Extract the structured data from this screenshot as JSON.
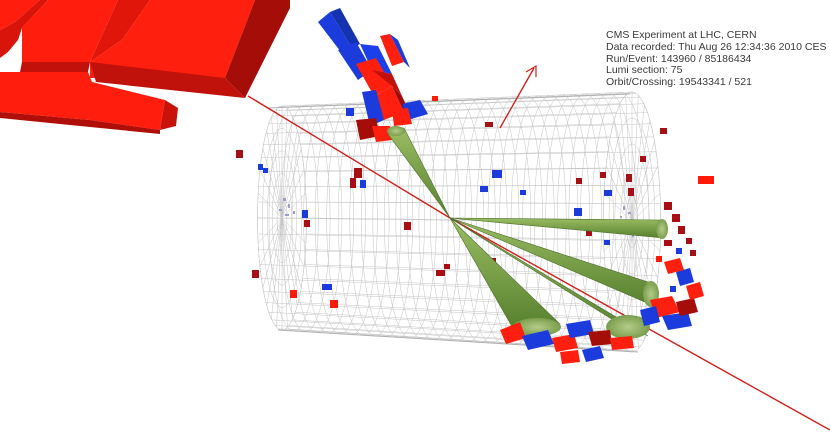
{
  "event_info": {
    "experiment": "CMS Experiment at LHC, CERN",
    "data_recorded": "Data recorded: Thu Aug 26 12:34:36 2010 CES",
    "run_event": "Run/Event: 143960 / 85186434",
    "lumi_section": "Lumi section: 75",
    "orbit_crossing": "Orbit/Crossing: 19543341 / 521"
  },
  "colors": {
    "ecal_deposit": "#ff1a0a",
    "hcal_deposit": "#1b3bdc",
    "dark_red_deposit": "#a80f14",
    "jet_cone": "#7fa64a",
    "track": "#d0201a",
    "tracker_mesh": "#bbbbbb",
    "caption_text": "#3a3a3a"
  }
}
